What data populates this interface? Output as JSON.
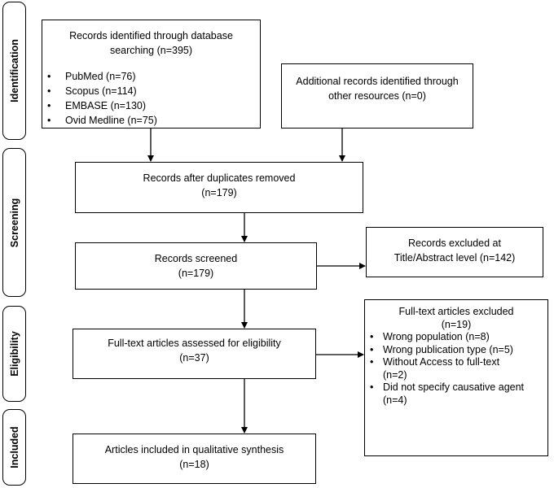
{
  "phases": [
    "Identification",
    "Screening",
    "Eligibility",
    "Included"
  ],
  "identification": {
    "db_title_line1": "Records identified through database",
    "db_title_line2": "searching (n=395)",
    "db_sources": [
      "PubMed (n=76)",
      "Scopus (n=114)",
      "EMBASE (n=130)",
      "Ovid Medline (n=75)"
    ],
    "other_line1": "Additional records identified through",
    "other_line2": "other resources (n=0)"
  },
  "screening": {
    "duplicates_line1": "Records after duplicates removed",
    "duplicates_line2": "(n=179)",
    "screened_line1": "Records screened",
    "screened_line2": "(n=179)",
    "excluded_line1": "Records excluded at",
    "excluded_line2": "Title/Abstract level (n=142)"
  },
  "eligibility": {
    "assessed_line1": "Full-text articles assessed for eligibility",
    "assessed_line2": "(n=37)",
    "excluded_title": "Full-text articles excluded",
    "excluded_count": "(n=19)",
    "reasons": [
      {
        "line1": "Wrong population (n=8)",
        "line2": ""
      },
      {
        "line1": "Wrong publication type (n=5)",
        "line2": ""
      },
      {
        "line1": "Without Access to full-text",
        "line2": "(n=2)"
      },
      {
        "line1": "Did not specify causative agent",
        "line2": "(n=4)"
      }
    ]
  },
  "included": {
    "line1": "Articles included in qualitative synthesis",
    "line2": "(n=18)"
  }
}
